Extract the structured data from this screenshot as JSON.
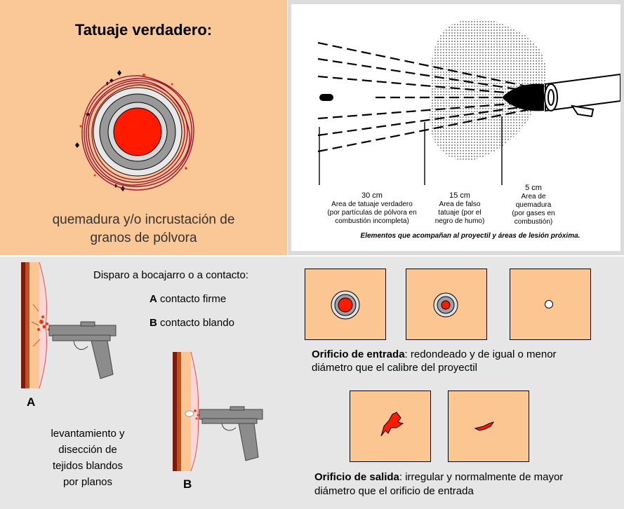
{
  "tatuaje": {
    "title": "Tatuaje verdadero:",
    "caption_line1": "quemadura y/o incrustación de",
    "caption_line2": "granos de pólvora"
  },
  "diagram": {
    "zone1": {
      "dist": "30 cm",
      "l1": "Area de tatuaje verdadero",
      "l2": "(por partículas de pólvora en",
      "l3": "combustión incompleta)"
    },
    "zone2": {
      "dist": "15 cm",
      "l1": "Area de falso",
      "l2": "tatuaje (por el",
      "l3": "negro de humo)"
    },
    "zone3": {
      "dist": "5 cm",
      "l1": "Area de",
      "l2": "quemadura",
      "l3": "(por gases en",
      "l4": "combustión)"
    },
    "caption": "Elementos que acompañan al proyectil y áreas de lesión próxima."
  },
  "contact": {
    "title": "Disparo a bocajarro o a contacto:",
    "a_letter": "A",
    "a_text": "contacto firme",
    "b_letter": "B",
    "b_text": "contacto blando",
    "label_a": "A",
    "label_b": "B",
    "note_lines": [
      "levantamiento y",
      "disección de",
      "tejidos blandos",
      "por planos"
    ]
  },
  "entrada": {
    "bold": "Orificio de entrada",
    "text_line1": ": redondeado y de igual o menor",
    "text_line2": "diámetro que el calibre del proyectil"
  },
  "salida": {
    "bold": "Orificio de salida",
    "text_line1": ": irregular y normalmente de mayor",
    "text_line2": "diámetro que el orificio de entrada"
  },
  "colors": {
    "skin": "#fbc691",
    "wound_red": "#ff1a00",
    "gun_gray": "#8c8c8c"
  }
}
